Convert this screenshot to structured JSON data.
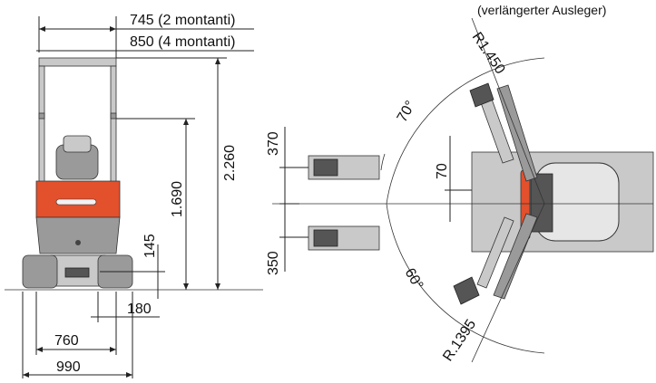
{
  "diagram": {
    "front_view": {
      "width_2_posts": "745 (2 montanti)",
      "width_4_posts": "850 (4 montanti)",
      "overall_height": "2.260",
      "height_to_cab": "1.690",
      "ground_clearance": "145",
      "track_width": "180",
      "track_gauge": "760",
      "overall_width": "990"
    },
    "top_view": {
      "caption": "(verlängerter Ausleger)",
      "radius_upper": "R1.450",
      "radius_lower": "R.1395",
      "angle_left": "70°",
      "angle_right": "60°",
      "offset_left": "370",
      "offset_right": "350",
      "offset_center": "70"
    }
  }
}
